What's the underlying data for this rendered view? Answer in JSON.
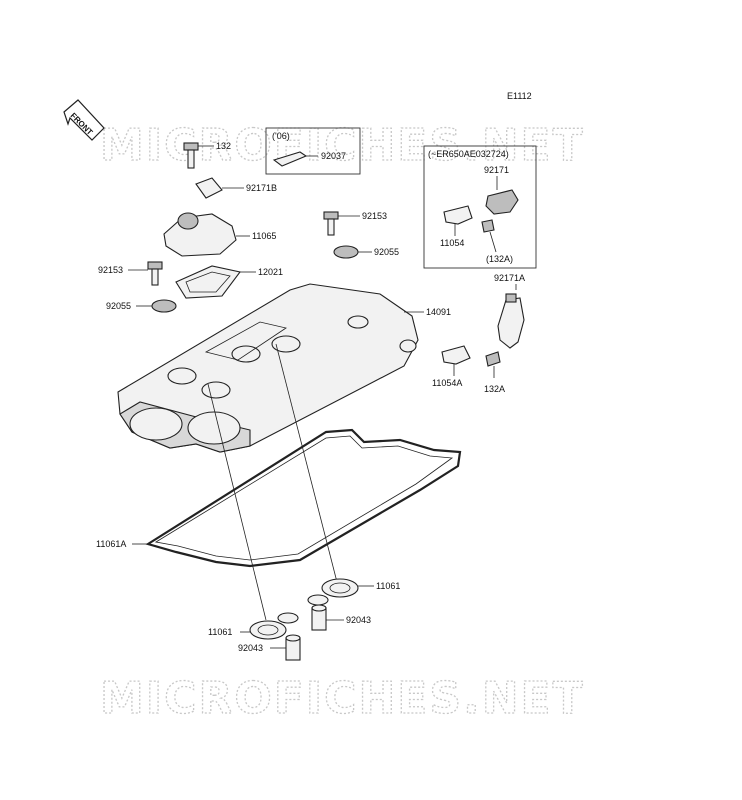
{
  "figure_code": "E1112",
  "watermark": "MICROFICHES.NET",
  "front_arrow_label": "FRONT",
  "inset_year": {
    "label": "('06)",
    "part": "92037"
  },
  "inset_serial": {
    "label": "(~ER650AE032724)",
    "parts": [
      "92171",
      "11054",
      "(132A)"
    ]
  },
  "callouts": {
    "c132": "132",
    "c92171B": "92171B",
    "c11065": "11065",
    "c12021": "12021",
    "c92153_right": "92153",
    "c92055_right": "92055",
    "c92153_left": "92153",
    "c92055_left": "92055",
    "c14091": "14091",
    "c92171A": "92171A",
    "c11054A": "11054A",
    "c132A": "132A",
    "c11061A": "11061A",
    "c11061_right": "11061",
    "c11061_left": "11061",
    "c92043_right": "92043",
    "c92043_left": "92043"
  }
}
